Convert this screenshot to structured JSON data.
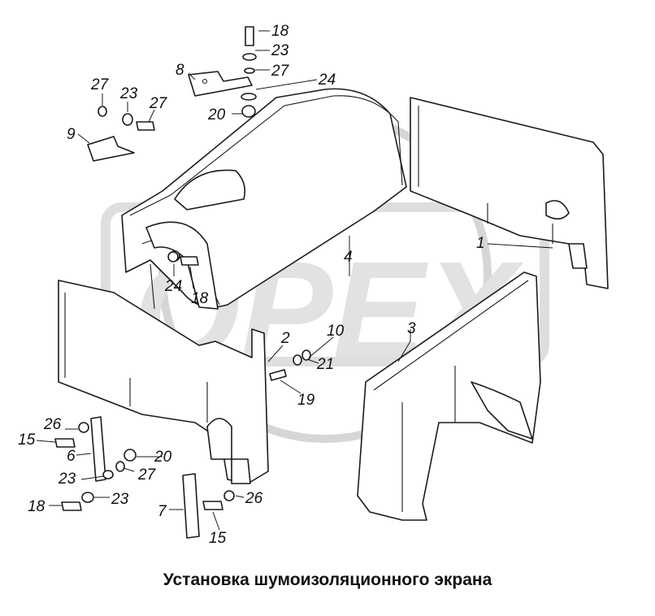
{
  "caption": "Установка шумоизоляционного экрана",
  "watermark": "OPEX",
  "callouts": {
    "c18a": "18",
    "c23a": "23",
    "c27a": "27",
    "c8": "8",
    "c24a": "24",
    "c20a": "20",
    "c27b": "27",
    "c23b": "23",
    "c27c": "27",
    "c9": "9",
    "c24b": "24",
    "c18b": "18",
    "c4": "4",
    "c1": "1",
    "c2": "2",
    "c10": "10",
    "c3": "3",
    "c21": "21",
    "c19": "19",
    "c26a": "26",
    "c15a": "15",
    "c6": "6",
    "c20b": "20",
    "c23c": "23",
    "c27d": "27",
    "c18c": "18",
    "c23d": "23",
    "c7": "7",
    "c26b": "26",
    "c15b": "15"
  },
  "colors": {
    "line": "#1a1a1a",
    "watermark": "#e2e2e2",
    "background": "#ffffff"
  }
}
